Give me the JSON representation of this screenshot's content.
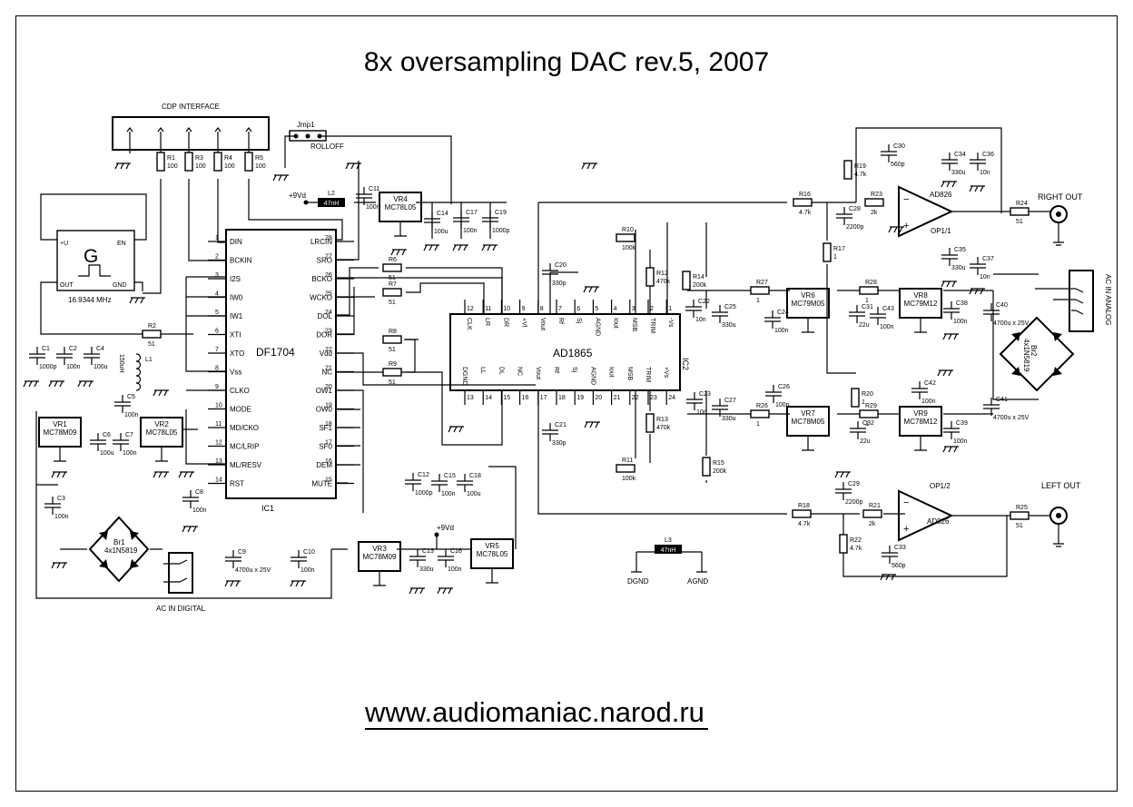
{
  "title": "8x oversampling DAC rev.5, 2007",
  "url": "www.audiomaniac.narod.ru",
  "cdp": {
    "label": "CDP INTERFACE"
  },
  "jumper": {
    "name": "Jmp1",
    "label": "ROLLOFF"
  },
  "oscillator": {
    "letter": "G",
    "freq": "16.9344 MHz",
    "pins": [
      "+U",
      "EN",
      "OUT",
      "GND"
    ]
  },
  "ic1": {
    "name": "DF1704",
    "ref": "IC1",
    "left_pins": [
      {
        "n": "1",
        "name": "DIN"
      },
      {
        "n": "2",
        "name": "BCKIN"
      },
      {
        "n": "3",
        "name": "I2S"
      },
      {
        "n": "4",
        "name": "IW0"
      },
      {
        "n": "5",
        "name": "IW1"
      },
      {
        "n": "6",
        "name": "XTI"
      },
      {
        "n": "7",
        "name": "XTO"
      },
      {
        "n": "8",
        "name": "Vss"
      },
      {
        "n": "9",
        "name": "CLKO"
      },
      {
        "n": "10",
        "name": "MODE"
      },
      {
        "n": "11",
        "name": "MD/CKO"
      },
      {
        "n": "12",
        "name": "MC/LRIP"
      },
      {
        "n": "13",
        "name": "ML/RESV"
      },
      {
        "n": "14",
        "name": "RST"
      }
    ],
    "right_pins": [
      {
        "n": "28",
        "name": "LRCIN"
      },
      {
        "n": "27",
        "name": "SRO"
      },
      {
        "n": "26",
        "name": "BCKO"
      },
      {
        "n": "25",
        "name": "WCKO"
      },
      {
        "n": "24",
        "name": "DOL"
      },
      {
        "n": "23",
        "name": "DOR"
      },
      {
        "n": "22",
        "name": "Vdd"
      },
      {
        "n": "21",
        "name": "NC"
      },
      {
        "n": "20",
        "name": "OW1"
      },
      {
        "n": "19",
        "name": "OW0"
      },
      {
        "n": "18",
        "name": "SF1"
      },
      {
        "n": "17",
        "name": "SF0"
      },
      {
        "n": "16",
        "name": "DEM"
      },
      {
        "n": "15",
        "name": "MUTE"
      }
    ]
  },
  "ic2": {
    "name": "AD1865",
    "ref": "IC2",
    "top_pins": [
      {
        "n": "12",
        "name": "CLK"
      },
      {
        "n": "11",
        "name": "LR"
      },
      {
        "n": "10",
        "name": "DR"
      },
      {
        "n": "9",
        "name": "+Vl"
      },
      {
        "n": "8",
        "name": "Vout"
      },
      {
        "n": "7",
        "name": "Rf"
      },
      {
        "n": "6",
        "name": "Sj"
      },
      {
        "n": "5",
        "name": "AGND"
      },
      {
        "n": "4",
        "name": "Iout"
      },
      {
        "n": "3",
        "name": "MSB"
      },
      {
        "n": "2",
        "name": "TRIM"
      },
      {
        "n": "1",
        "name": "-Vs"
      }
    ],
    "bottom_pins": [
      {
        "n": "13",
        "name": "DGND"
      },
      {
        "n": "14",
        "name": "LL"
      },
      {
        "n": "15",
        "name": "DL"
      },
      {
        "n": "16",
        "name": "NC"
      },
      {
        "n": "17",
        "name": "Vout"
      },
      {
        "n": "18",
        "name": "Rf"
      },
      {
        "n": "19",
        "name": "Sj"
      },
      {
        "n": "20",
        "name": "AGND"
      },
      {
        "n": "21",
        "name": "Iout"
      },
      {
        "n": "22",
        "name": "MSB"
      },
      {
        "n": "23",
        "name": "TRIM"
      },
      {
        "n": "24",
        "name": "+Vs"
      }
    ]
  },
  "regulators": [
    {
      "ref": "VR4",
      "type": "MC78L05"
    },
    {
      "ref": "VR1",
      "type": "MC78M09"
    },
    {
      "ref": "VR2",
      "type": "MC78L05"
    },
    {
      "ref": "VR3",
      "type": "MC78M09"
    },
    {
      "ref": "VR5",
      "type": "MC78L05"
    },
    {
      "ref": "VR6",
      "type": "MC79M05"
    },
    {
      "ref": "VR7",
      "type": "MC78M05"
    },
    {
      "ref": "VR8",
      "type": "MC79M12"
    },
    {
      "ref": "VR9",
      "type": "MC78M12"
    }
  ],
  "opamps": [
    {
      "ref": "OP1/1",
      "type": "AD826"
    },
    {
      "ref": "OP1/2",
      "type": "AD826"
    }
  ],
  "bridges": [
    {
      "ref": "Br1",
      "type": "4x1N5819"
    },
    {
      "ref": "Br2",
      "type": "4x1N5819"
    }
  ],
  "resistors": [
    {
      "ref": "R1",
      "value": "100"
    },
    {
      "ref": "R3",
      "value": "100"
    },
    {
      "ref": "R4",
      "value": "100"
    },
    {
      "ref": "R5",
      "value": "100"
    },
    {
      "ref": "R2",
      "value": "51"
    },
    {
      "ref": "R6",
      "value": "51"
    },
    {
      "ref": "R7",
      "value": "51"
    },
    {
      "ref": "R8",
      "value": "51"
    },
    {
      "ref": "R9",
      "value": "51"
    },
    {
      "ref": "R10",
      "value": "100k"
    },
    {
      "ref": "R11",
      "value": "100k"
    },
    {
      "ref": "R12",
      "value": "470k"
    },
    {
      "ref": "R13",
      "value": "470k"
    },
    {
      "ref": "R14",
      "value": "200k"
    },
    {
      "ref": "R15",
      "value": "200k"
    },
    {
      "ref": "R16",
      "value": "4.7k"
    },
    {
      "ref": "R17",
      "value": "1"
    },
    {
      "ref": "R18",
      "value": "4.7k"
    },
    {
      "ref": "R19",
      "value": "4.7k"
    },
    {
      "ref": "R20",
      "value": "1"
    },
    {
      "ref": "R21",
      "value": "2k"
    },
    {
      "ref": "R22",
      "value": "4.7k"
    },
    {
      "ref": "R23",
      "value": "2k"
    },
    {
      "ref": "R24",
      "value": "51"
    },
    {
      "ref": "R25",
      "value": "51"
    },
    {
      "ref": "R26",
      "value": "1"
    },
    {
      "ref": "R27",
      "value": "1"
    },
    {
      "ref": "R28",
      "value": "1"
    },
    {
      "ref": "R29",
      "value": "1"
    }
  ],
  "capacitors": [
    {
      "ref": "C1",
      "value": "1000p"
    },
    {
      "ref": "C2",
      "value": "100n"
    },
    {
      "ref": "C4",
      "value": "100u"
    },
    {
      "ref": "C5",
      "value": "100n"
    },
    {
      "ref": "C6",
      "value": "100u"
    },
    {
      "ref": "C7",
      "value": "100n"
    },
    {
      "ref": "C3",
      "value": "100n"
    },
    {
      "ref": "C8",
      "value": "100n"
    },
    {
      "ref": "C9",
      "value": "4700u x 25V"
    },
    {
      "ref": "C10",
      "value": "100n"
    },
    {
      "ref": "C11",
      "value": "100n"
    },
    {
      "ref": "C12",
      "value": "1000p"
    },
    {
      "ref": "C13",
      "value": "330u"
    },
    {
      "ref": "C14",
      "value": "100u"
    },
    {
      "ref": "C15",
      "value": "100n"
    },
    {
      "ref": "C16",
      "value": "100n"
    },
    {
      "ref": "C17",
      "value": "100n"
    },
    {
      "ref": "C18",
      "value": "100u"
    },
    {
      "ref": "C19",
      "value": "1000p"
    },
    {
      "ref": "C20",
      "value": "330p"
    },
    {
      "ref": "C21",
      "value": "330p"
    },
    {
      "ref": "C22",
      "value": "10n"
    },
    {
      "ref": "C23",
      "value": "10n"
    },
    {
      "ref": "C24",
      "value": "100n"
    },
    {
      "ref": "C25",
      "value": "330u"
    },
    {
      "ref": "C26",
      "value": "100n"
    },
    {
      "ref": "C27",
      "value": "330u"
    },
    {
      "ref": "C28",
      "value": "2200p"
    },
    {
      "ref": "C29",
      "value": "2200p"
    },
    {
      "ref": "C30",
      "value": "560p"
    },
    {
      "ref": "C31",
      "value": "22u"
    },
    {
      "ref": "C32",
      "value": "22u"
    },
    {
      "ref": "C33",
      "value": "560p"
    },
    {
      "ref": "C34",
      "value": "330u"
    },
    {
      "ref": "C35",
      "value": "330u"
    },
    {
      "ref": "C36",
      "value": "10n"
    },
    {
      "ref": "C37",
      "value": "10n"
    },
    {
      "ref": "C38",
      "value": "100n"
    },
    {
      "ref": "C39",
      "value": "100n"
    },
    {
      "ref": "C40",
      "value": "4700u x 25V"
    },
    {
      "ref": "C41",
      "value": "4700u x 25V"
    },
    {
      "ref": "C42",
      "value": "100n"
    },
    {
      "ref": "C43",
      "value": "100n"
    }
  ],
  "inductors": [
    {
      "ref": "L1",
      "value": "150uH"
    },
    {
      "ref": "L2",
      "value": "47nH"
    },
    {
      "ref": "L3",
      "value": "47nH"
    }
  ],
  "supply_labels": [
    "+9Vd",
    "+9Vd"
  ],
  "ground_labels": [
    "DGND",
    "AGND"
  ],
  "outputs": {
    "right": "RIGHT OUT",
    "left": "LEFT OUT"
  },
  "ac_inputs": {
    "digital": "AC IN DIGITAL",
    "analog": "AC IN ANALOG"
  }
}
